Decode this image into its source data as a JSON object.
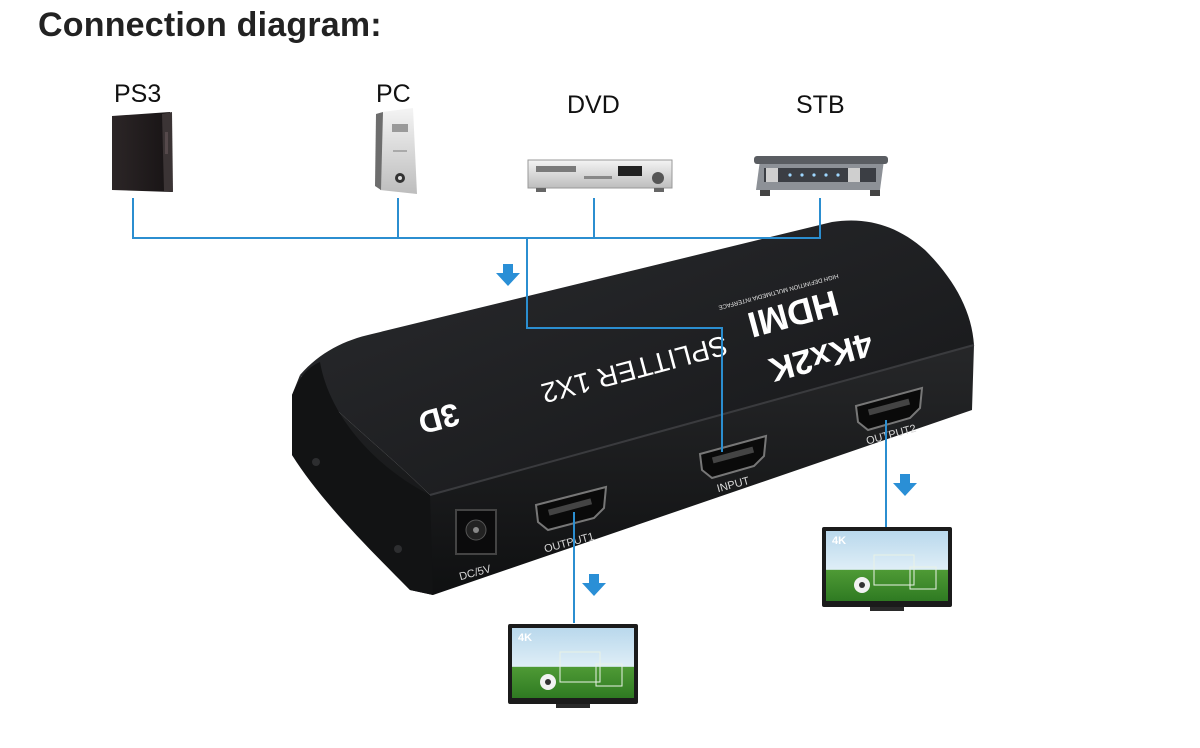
{
  "title": "Connection diagram:",
  "sources": [
    {
      "label": "PS3"
    },
    {
      "label": "PC"
    },
    {
      "label": "DVD"
    },
    {
      "label": "STB"
    }
  ],
  "splitter": {
    "hdmi_logo": "HDMI",
    "interface_text": "HIGH DEFINITION MULTIMEDIA INTERFACE",
    "resolution": "4Kx2K",
    "model": "SPLITTER 1X2",
    "three_d": "3D",
    "ports": {
      "input": "INPUT",
      "output1": "OUTPUT1",
      "output2": "OUTPUT2",
      "power": "DC/5V"
    }
  },
  "displays": [
    {
      "badge": "4K"
    },
    {
      "badge": "4K"
    }
  ],
  "colors": {
    "line": "#2b8ed0",
    "arrow": "#2a8fd6",
    "device_body": "#1c1d1f"
  }
}
